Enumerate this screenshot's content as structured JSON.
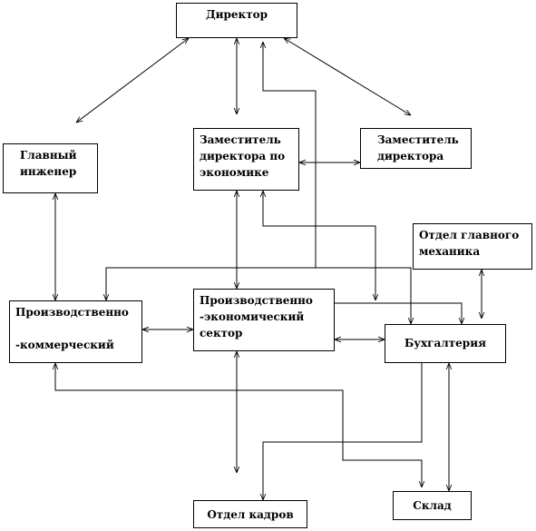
{
  "diagram": {
    "nodes": {
      "director": {
        "label": "Директор"
      },
      "chief_engineer": {
        "label": "Главный\nинженер"
      },
      "deputy_economics": {
        "label": "Заместитель\nдиректора по\nэкономике"
      },
      "deputy_director": {
        "label": "Заместитель\nдиректора"
      },
      "chief_mechanic": {
        "label": "Отдел главного\nмеханика"
      },
      "prod_commercial": {
        "label": "Производственно\n\n-коммерческий"
      },
      "prod_economic": {
        "label": "Производственно\n-экономический\nсектор"
      },
      "accounting": {
        "label": "Бухгалтерия"
      },
      "hr": {
        "label": "Отдел кадров"
      },
      "warehouse": {
        "label": "Склад"
      }
    },
    "connections": [
      {
        "from": "director",
        "to": "chief_engineer",
        "arrows": "both"
      },
      {
        "from": "director",
        "to": "deputy_economics",
        "arrows": "both"
      },
      {
        "from": "director",
        "to": "deputy_director",
        "arrows": "both"
      },
      {
        "from": "deputy_economics",
        "to": "deputy_director",
        "arrows": "both"
      },
      {
        "from": "chief_engineer",
        "to": "prod_commercial",
        "arrows": "both"
      },
      {
        "from": "deputy_economics",
        "to": "prod_economic",
        "arrows": "both"
      },
      {
        "from": "prod_commercial",
        "to": "prod_economic",
        "arrows": "both"
      },
      {
        "from": "prod_economic",
        "to": "accounting",
        "arrows": "both"
      },
      {
        "from": "chief_mechanic",
        "to": "accounting",
        "arrows": "both"
      },
      {
        "from": "prod_economic",
        "to": "hr",
        "arrows": "both"
      },
      {
        "from": "accounting",
        "to": "hr",
        "arrows": "end"
      },
      {
        "from": "accounting",
        "to": "warehouse",
        "arrows": "both"
      },
      {
        "from": "prod_commercial",
        "to": "warehouse",
        "arrows": "end"
      },
      {
        "from": "director",
        "to": "prod_commercial",
        "arrows": "both"
      },
      {
        "from": "deputy_economics",
        "to": "accounting",
        "arrows": "both"
      },
      {
        "from": "prod_economic",
        "to": "accounting",
        "arrows": "end"
      }
    ]
  }
}
